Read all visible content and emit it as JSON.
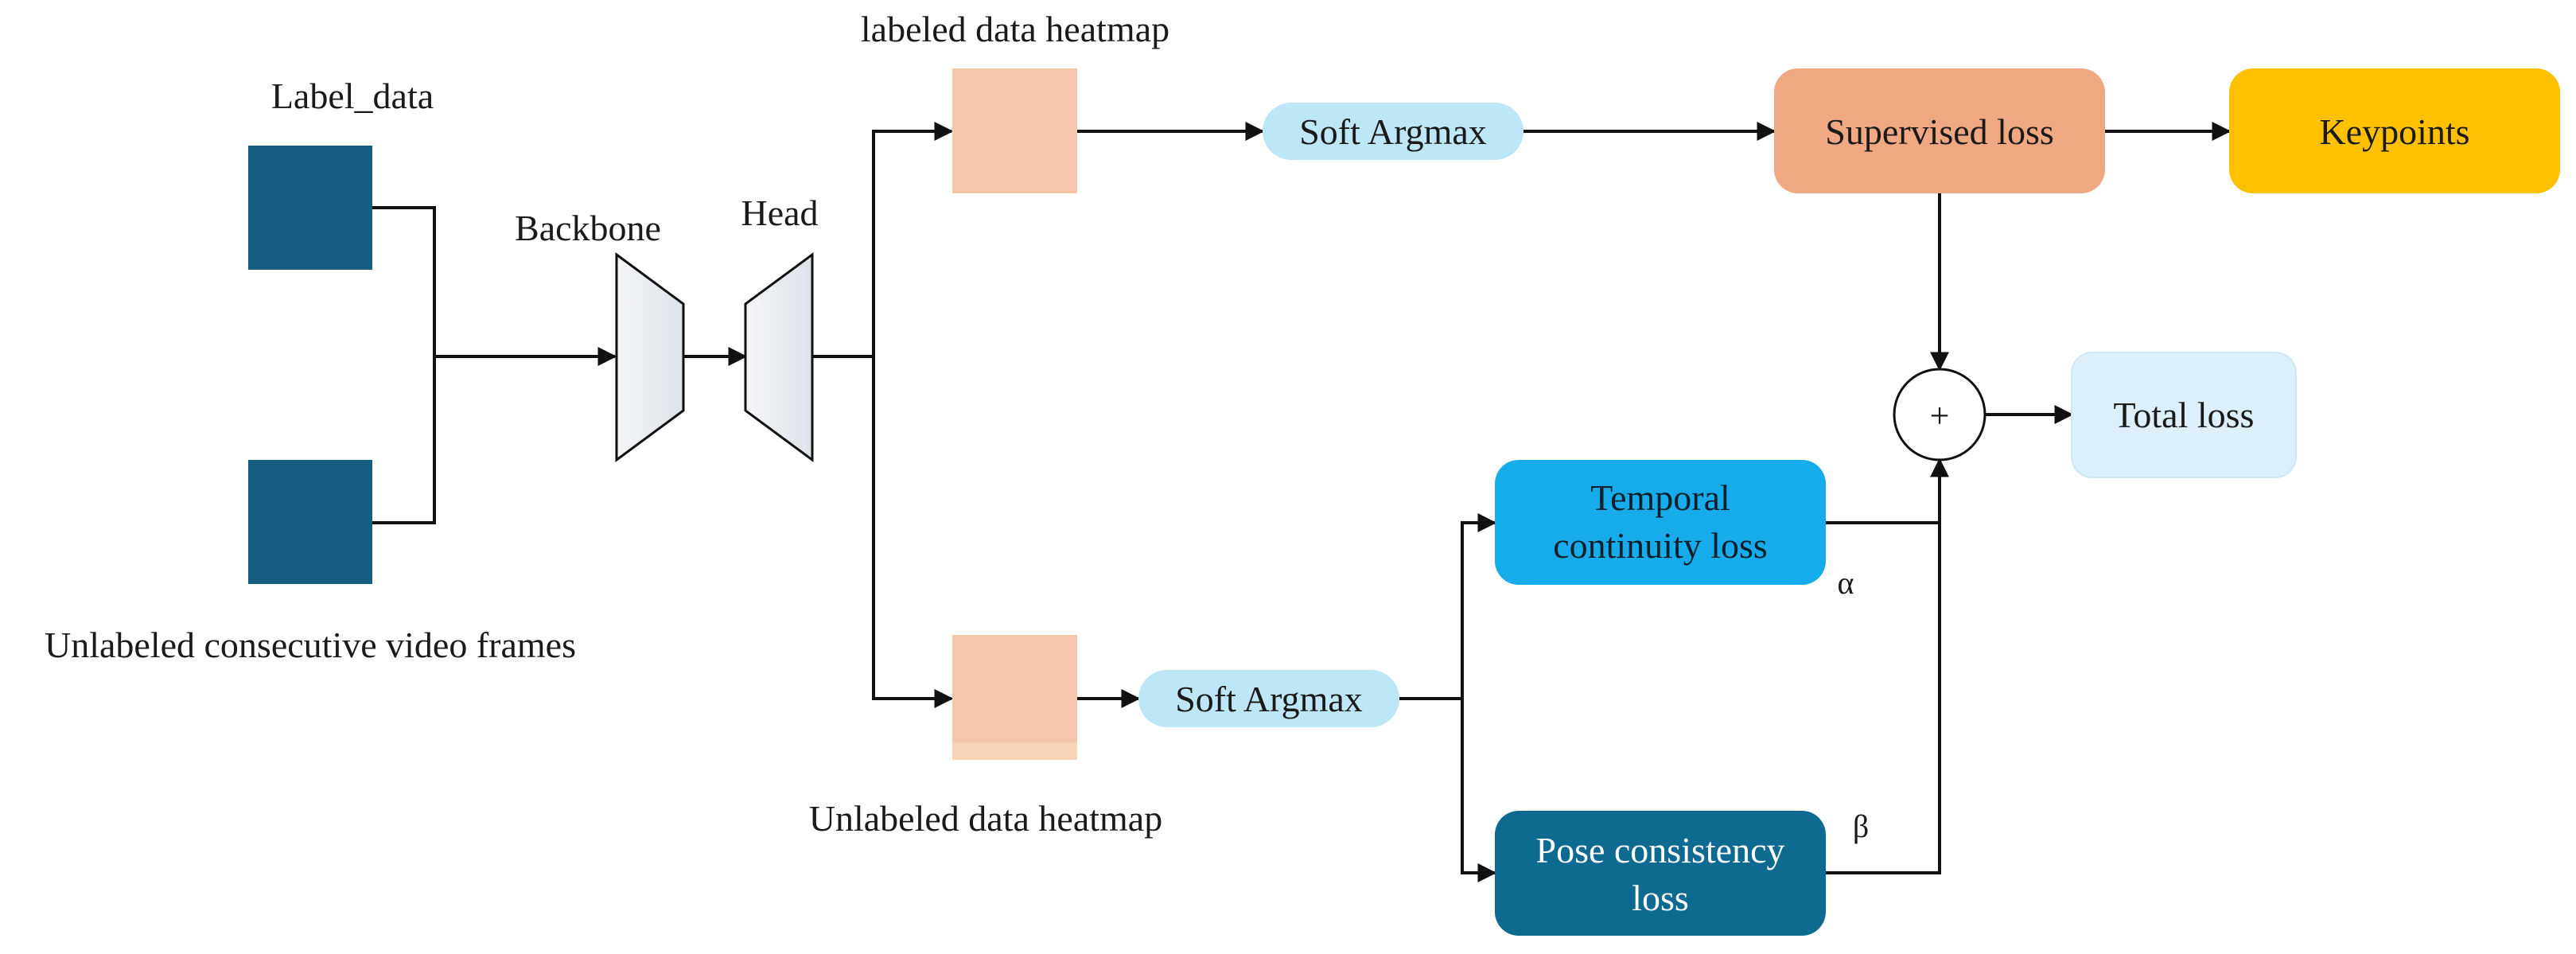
{
  "labels": {
    "label_data": "Label_data",
    "unlabeled_frames": "Unlabeled consecutive video frames",
    "backbone": "Backbone",
    "head": "Head",
    "labeled_heatmap": "labeled data heatmap",
    "unlabeled_heatmap": "Unlabeled data heatmap",
    "alpha": "α",
    "beta": "β",
    "plus": "+"
  },
  "nodes": {
    "soft_argmax_top": "Soft Argmax",
    "soft_argmax_bottom": "Soft Argmax",
    "supervised_loss": "Supervised loss",
    "keypoints": "Keypoints",
    "total_loss": "Total loss",
    "temporal_line1": "Temporal",
    "temporal_line2": "continuity loss",
    "pose_line1": "Pose consistency",
    "pose_line2": "loss"
  },
  "colors": {
    "input_square": "#165E80",
    "heatmap": "#F5C6AA",
    "soft_argmax": "#BDE6F7",
    "supervised_loss": "#EFA882",
    "keypoints": "#FFC000",
    "total_loss": "#DDF0FA",
    "temporal_loss": "#16ACEB",
    "pose_loss": "#0F6A92"
  }
}
